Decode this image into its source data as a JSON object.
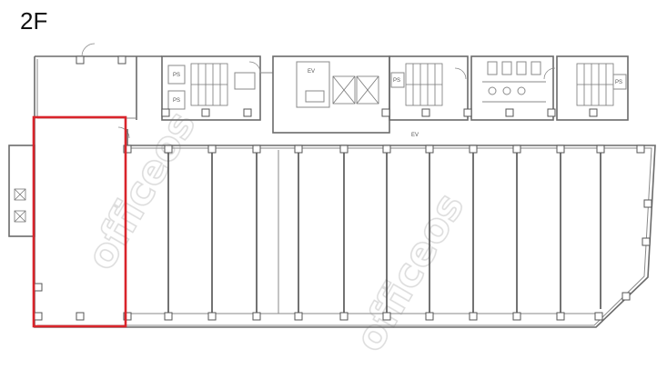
{
  "floor": {
    "label": "2F"
  },
  "plan": {
    "highlight_color": "#d9242b",
    "watermark_mark": "officeos",
    "room_tags": {
      "pipe_shaft_marks": [
        "PS",
        "PS",
        "PS",
        "PS"
      ],
      "elevator_hall_mark": "EV",
      "corridor_mark": "EV"
    }
  }
}
